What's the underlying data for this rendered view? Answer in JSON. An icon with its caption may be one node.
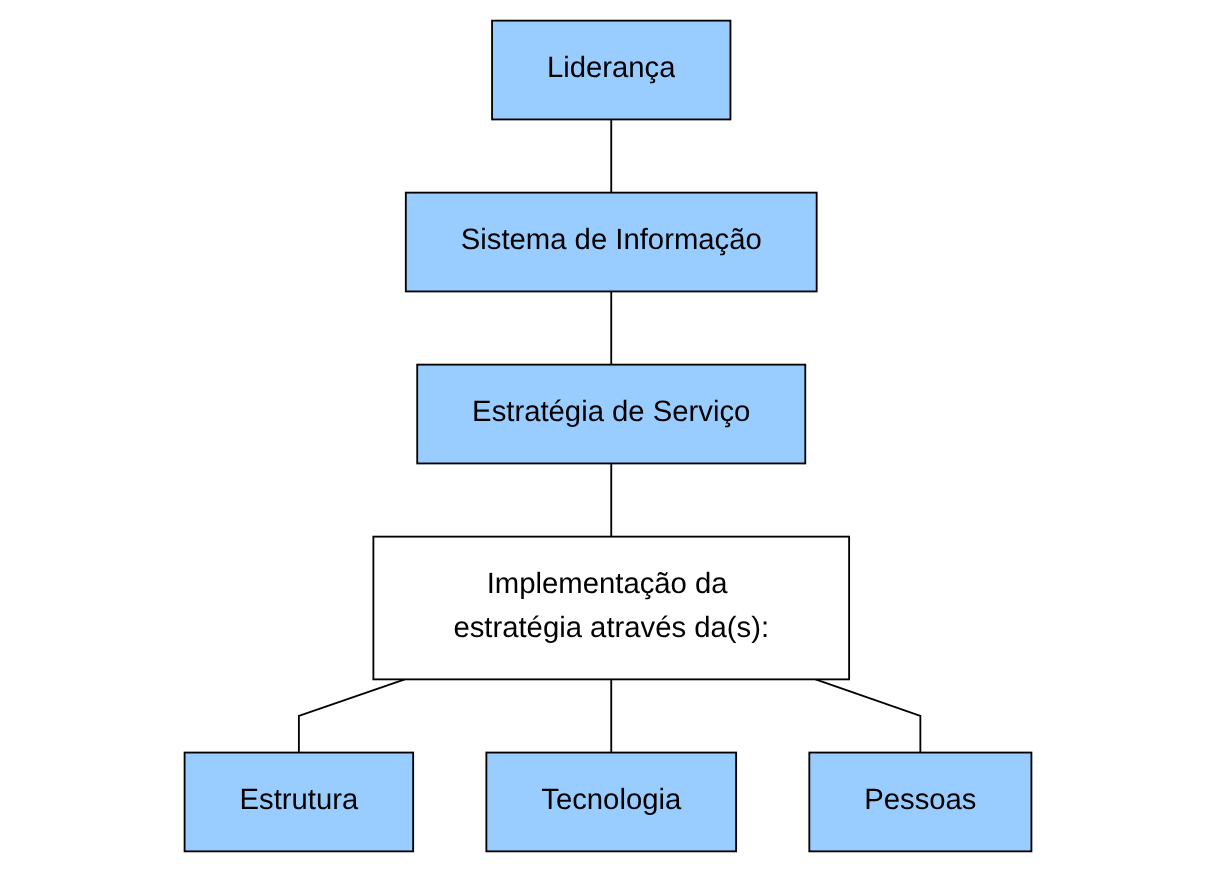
{
  "diagram": {
    "nodes": [
      {
        "text": [
          "Liderança"
        ]
      },
      {
        "text": [
          "Sistema de Informação"
        ]
      },
      {
        "text": [
          "Estratégia de Serviço"
        ]
      },
      {
        "text": [
          "Implementação da estratégia através da(s):"
        ]
      },
      {
        "text": [
          "Estrutura"
        ]
      },
      {
        "text": [
          "Tecnologia"
        ]
      },
      {
        "text": [
          "Pessoas"
        ]
      }
    ],
    "edges": [
      {
        "from": 0,
        "to": 1,
        "arrow": "none"
      },
      {
        "from": 1,
        "to": 2,
        "arrow": "none"
      },
      {
        "from": 2,
        "to": 3,
        "arrow": "none"
      },
      {
        "from": 3,
        "to": 4,
        "arrow": "none"
      },
      {
        "from": 3,
        "to": 5,
        "arrow": "none"
      },
      {
        "from": 3,
        "to": 6,
        "arrow": "none"
      }
    ]
  }
}
